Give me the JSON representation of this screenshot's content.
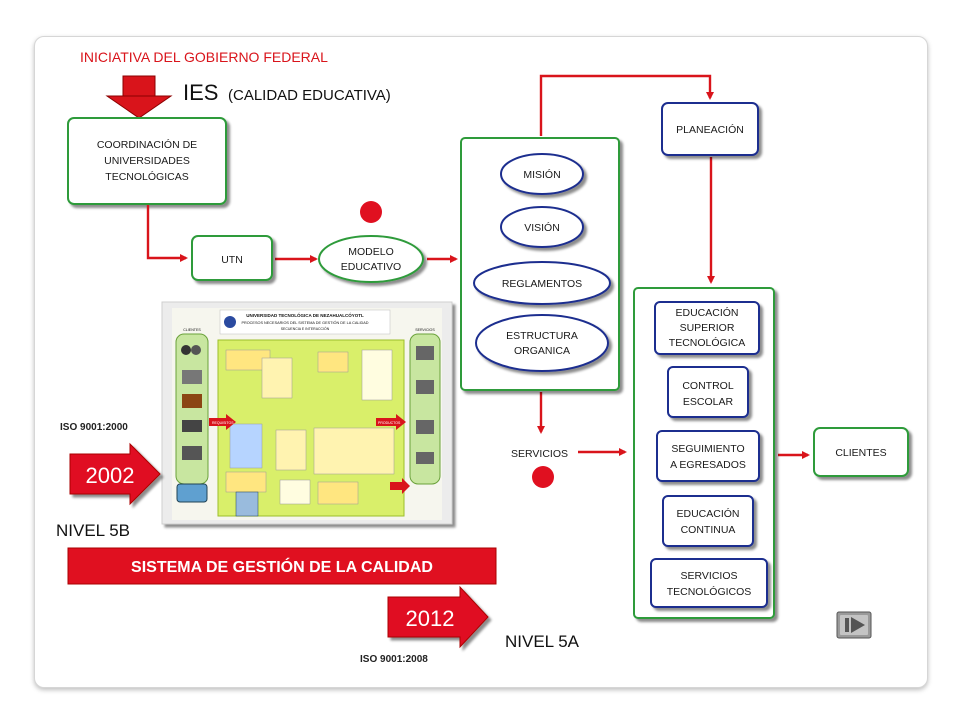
{
  "header": {
    "initiative": "INICIATIVA DEL GOBIERNO FEDERAL",
    "ies_main": "IES",
    "ies_sub": "(CALIDAD EDUCATIVA)"
  },
  "nodes": {
    "coordinacion": [
      "COORDINACIÓN DE",
      "UNIVERSIDADES",
      "TECNOLÓGICAS"
    ],
    "utn": "UTN",
    "modelo": [
      "MODELO",
      "EDUCATIVO"
    ],
    "mision": "MISIÓN",
    "vision": "VISIÓN",
    "reglamentos": "REGLAMENTOS",
    "estructura": [
      "ESTRUCTURA",
      "ORGANICA"
    ],
    "planeacion": "PLANEACIÓN",
    "servicios": "SERVICIOS",
    "educacion_superior": [
      "EDUCACIÓN",
      "SUPERIOR",
      "TECNOLÓGICA"
    ],
    "control_escolar": [
      "CONTROL",
      "ESCOLAR"
    ],
    "seguimiento": [
      "SEGUIMIENTO",
      "A EGRESADOS"
    ],
    "educacion_continua": [
      "EDUCACIÓN",
      "CONTINUA"
    ],
    "servicios_tecnologicos": [
      "SERVICIOS",
      "TECNOLÓGICOS"
    ],
    "clientes": "CLIENTES"
  },
  "map": {
    "title": "UNIVERSIDAD TECNOLÓGICA DE NEZAHUALCÓYOTL",
    "subtitle": "PROCESOS NECESARIOS DEL SISTEMA DE GESTIÓN DE LA CALIDAD",
    "subtitle2": "SECUENCIA E INTERACCIÓN",
    "left_column": "CLIENTES",
    "right_column": "SERVICIOS",
    "requisitos": "REQUISITOS",
    "productos": "PRODUCTOS"
  },
  "badges": {
    "iso_2000": "ISO 9001:2000",
    "year_2002": "2002",
    "nivel_5b": "NIVEL  5B",
    "sgc": "SISTEMA DE GESTIÓN DE LA CALIDAD",
    "year_2012": "2012",
    "nivel_5a": "NIVEL  5A",
    "iso_2008": "ISO 9001:2008"
  },
  "colors": {
    "arrow_red": "#d9141b",
    "box_green": "#2e9b3a",
    "box_blue": "#1e2f8f",
    "initiative_red": "#d9141b"
  },
  "icons": {
    "nav": "forward-nav-icon"
  }
}
